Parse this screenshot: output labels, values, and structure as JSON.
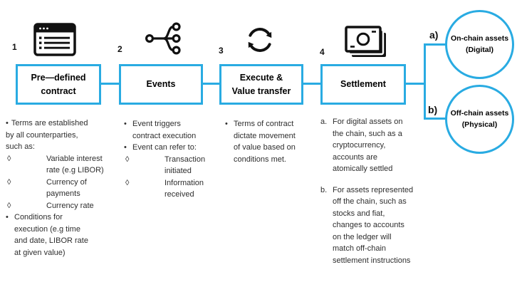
{
  "colors": {
    "accent": "#29ABE2",
    "ink": "#111111",
    "body": "#2e2e2e"
  },
  "steps": [
    {
      "number": "1",
      "icon": "contract-document-icon",
      "title": "Pre—defined\ncontract",
      "notes": [
        {
          "type": "bullet",
          "flush": true,
          "m": "•",
          "t": "Terms are established\nby all counterparties,\nsuch as:"
        },
        {
          "type": "diamond",
          "m": "◊",
          "t": "Variable interest\nrate (e.g LIBOR)"
        },
        {
          "type": "diamond",
          "m": "◊",
          "t": "Currency of\npayments"
        },
        {
          "type": "diamond",
          "m": "◊",
          "t": "Currency rate"
        },
        {
          "type": "bullet",
          "m": "•",
          "t": "Conditions for\nexecution (e.g time\nand date, LIBOR rate\nat given value)"
        }
      ]
    },
    {
      "number": "2",
      "icon": "event-branch-icon",
      "title": "Events",
      "notes": [
        {
          "type": "bullet",
          "m": "•",
          "t": "Event triggers\ncontract execution"
        },
        {
          "type": "bullet",
          "m": "•",
          "t": "Event can refer to:"
        },
        {
          "type": "diamond",
          "m": "◊",
          "t": "Transaction\ninitiated"
        },
        {
          "type": "diamond",
          "m": "◊",
          "t": "Information\nreceived"
        }
      ]
    },
    {
      "number": "3",
      "icon": "sync-arrows-icon",
      "title": "Execute &\nValue transfer",
      "notes": [
        {
          "type": "bullet",
          "m": "•",
          "t": "Terms of contract\ndictate movement\nof value based on\nconditions met."
        }
      ]
    },
    {
      "number": "4",
      "icon": "banknotes-icon",
      "title": "Settlement",
      "notes": [
        {
          "type": "alpha",
          "m": "a.",
          "t": "For digital assets on\nthe chain, such as a\ncryptocurrency,\naccounts are\natomically settled"
        },
        {
          "type": "alpha",
          "gap": true,
          "m": "b.",
          "t": "For assets represented\noff the chain, such as\nstocks and fiat,\nchanges to accounts\non the ledger will\nmatch off-chain\nsettlement instructions"
        }
      ]
    }
  ],
  "outcomes": [
    {
      "label": "a)",
      "name": "On-chain assets\n(Digital)"
    },
    {
      "label": "b)",
      "name": "Off-chain assets\n(Physical)"
    }
  ]
}
